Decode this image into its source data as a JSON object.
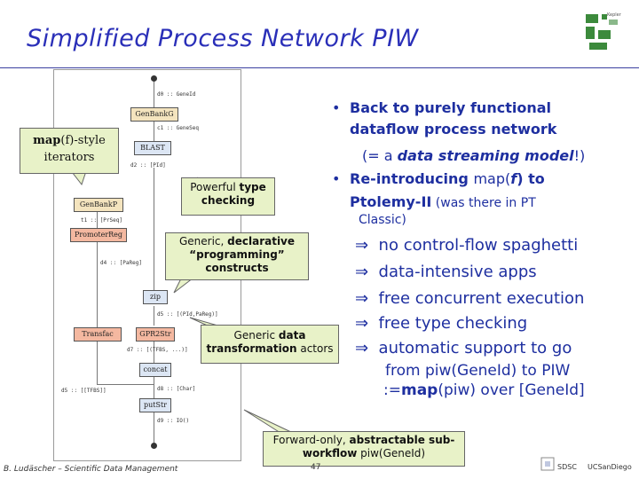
{
  "slide": {
    "title": "Simplified Process Network PIW",
    "footer": "B. Ludäscher – Scientific Data Management",
    "page_number": "47"
  },
  "diagram": {
    "nodes": {
      "genbank_top": "GenBankG",
      "blast": "BLAST",
      "genbankp": "GenBankP",
      "promoter_reg": "PromoterReg",
      "zip": "zip",
      "transfac": "Transfac",
      "gpr2str": "GPR2Str",
      "concat": "concat",
      "putstr": "putStr"
    },
    "edge_labels": {
      "d0": "d0 :: GeneId",
      "c1": "c1 :: GeneSeq",
      "d2": "d2 :: [PId]",
      "t1": "t1 :: [PrSeq]",
      "d4": "d4 :: [PaReg]",
      "d5_pid": "d5 :: [(PId,PaReg)]",
      "d7": "d7 :: [(TFBS, ...)]",
      "d5_tfbs": "d5 :: [[TFBS]]",
      "d8": "d8 :: [Char]",
      "d9": "d9 :: IO()"
    }
  },
  "callouts": {
    "map_iterators": {
      "bold": "map",
      "rest1": "(f)-style",
      "rest2": "iterators"
    },
    "type_checking": {
      "plain": "Powerful ",
      "bold1": "type",
      "bold2": "checking"
    },
    "declarative": {
      "plain": "Generic, ",
      "bold1": "declarative",
      "bold2": "“programming”",
      "bold3": "constructs"
    },
    "data_transformation": {
      "line1_plain": "Generic ",
      "line1_bold": "data",
      "line2_bold": "transformation",
      "line2_plain": " actors"
    },
    "forward_only": {
      "line1_plain": "Forward-only, ",
      "line1_bold": "abstractable sub-",
      "line2_bold": "workflow",
      "line2_plain": " piw(GeneId)"
    }
  },
  "bullets": {
    "b1_l1": "Back to purely functional",
    "b1_l2": "dataflow process network",
    "b1_l3_a": "(= a ",
    "b1_l3_b": "data streaming model",
    "b1_l3_c": "!)",
    "b2_l1_a": "Re-introducing ",
    "b2_l1_b": "map(",
    "b2_l1_c": "f",
    "b2_l1_d": ") to",
    "b2_l2_a": "Ptolemy-II",
    "b2_l2_b": " (was there in PT",
    "b2_l3": "Classic)"
  },
  "implications": {
    "arrow_symbol": "⇒",
    "items": [
      "no control-flow spaghetti",
      "data-intensive apps",
      "free concurrent execution",
      "free type checking",
      "automatic support to go"
    ],
    "cont_l1": "from piw(GeneId) to PIW",
    "cont_l2_a": ":=",
    "cont_l2_b": "map",
    "cont_l2_c": "(piw) over [GeneId]"
  },
  "colors": {
    "title": "#2a2fb8",
    "bullet_text": "#1e2fa0",
    "callout_fill": "#e8f2c8"
  },
  "icons": [
    "kepler-logo",
    "sdsc-logo",
    "ucsd-logo"
  ]
}
